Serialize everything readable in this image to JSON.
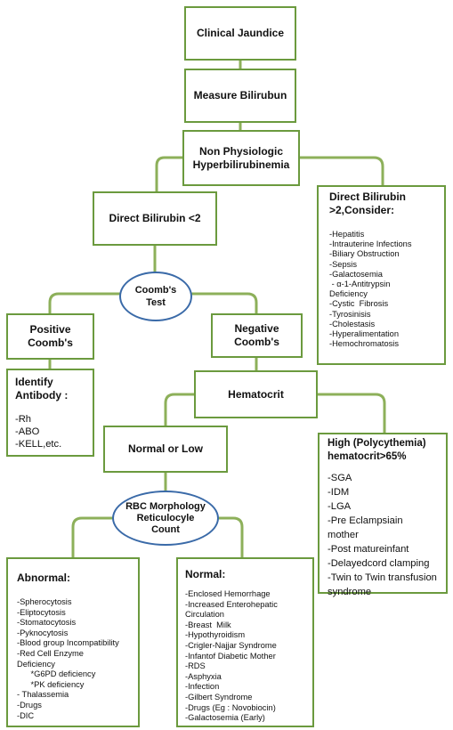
{
  "clinical_jaundice": "Clinical Jaundice",
  "measure_bilirubin": "Measure Bilirubun",
  "non_physiologic": "Non Physiologic\nHyperbilirubinemia",
  "direct_lt2": "Direct Bilirubin <2",
  "direct_gt2": {
    "title": "Direct Bilirubin\n>2,Consider:",
    "items": [
      "-Hepatitis",
      "-Intrauterine Infections",
      "-Biliary Obstruction",
      "-Sepsis",
      "-Galactosemia",
      " - α-1-Antitrypsin",
      "Deficiency",
      "-Cystic  Fibrosis",
      "-Tyrosinisis",
      "-Cholestasis",
      "-Hyperalimentation",
      "-Hemochromatosis"
    ]
  },
  "coombs_test": "Coomb's\nTest",
  "positive_coombs": "Positive\nCoomb's",
  "negative_coombs": "Negative\nCoomb's",
  "identify_antibody": {
    "title": "Identify\nAntibody :",
    "items": [
      "-Rh",
      "-ABO",
      "-KELL,etc."
    ]
  },
  "hematocrit": "Hematocrit",
  "normal_or_low": "Normal or Low",
  "high_polycythemia": {
    "title": "High (Polycythemia)\nhematocrit>65%",
    "items": [
      "-SGA",
      "-IDM",
      "-LGA",
      "-Pre Eclampsiain",
      "mother",
      "-Post matureinfant",
      "-Delayedcord clamping",
      "-Twin to Twin transfusion",
      "syndrome"
    ]
  },
  "rbc_morphology": "RBC Morphology\nReticulocyle\nCount",
  "abnormal": {
    "title": "Abnormal:",
    "items": [
      "-Spherocytosis",
      "-Eliptocytosis",
      "-Stomatocytosis",
      "-Pyknocytosis",
      "-Blood group Incompatibility",
      "-Red Cell Enzyme",
      "Deficiency",
      "      *G6PD deficiency",
      "      *PK deficiency",
      "- Thalassemia",
      "-Drugs",
      "-DIC"
    ]
  },
  "normal": {
    "title": "Normal:",
    "items": [
      "-Enclosed Hemorrhage",
      "-Increased Enterohepatic",
      "Circulation",
      "-Breast  Milk",
      "-Hypothyroidism",
      "-Crigler-Najjar Syndrome",
      "-Infantof Diabetic Mother",
      "-RDS",
      "-Asphyxia",
      "-Infection",
      "-Gilbert Syndrome",
      "-Drugs (Eg : Novobiocin)",
      "-Galactosemia (Early)"
    ]
  },
  "colors": {
    "node_border": "#6b9a3e",
    "oval_border": "#3a6aa8",
    "text": "#111111"
  }
}
